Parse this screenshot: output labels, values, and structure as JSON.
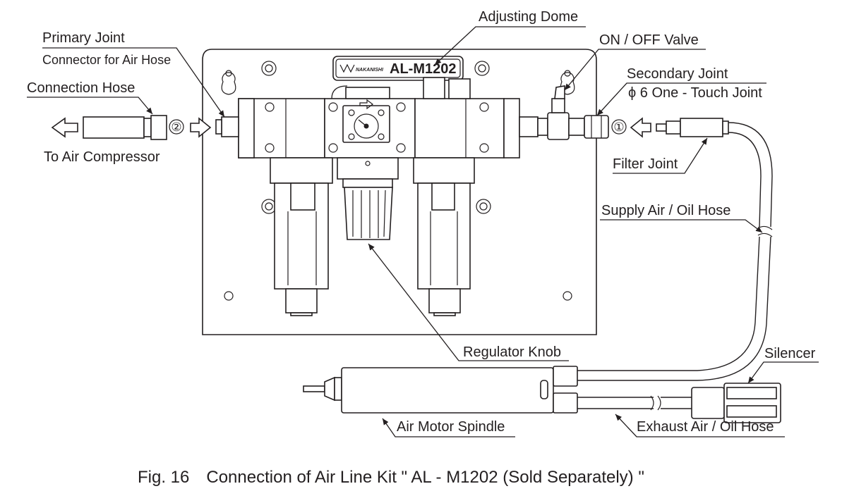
{
  "model": {
    "brand": "NAKANISHI",
    "badge": "AL-M1202"
  },
  "labels": {
    "adjusting_dome": "Adjusting Dome",
    "on_off_valve": "ON / OFF Valve",
    "primary_joint": "Primary Joint",
    "connector_for_air_hose": "Connector for Air Hose",
    "connection_hose": "Connection Hose",
    "to_air_compressor": "To Air Compressor",
    "secondary_joint": "Secondary Joint",
    "one_touch_joint": "ϕ 6 One - Touch Joint",
    "filter_joint": "Filter Joint",
    "supply_hose": "Supply Air / Oil Hose",
    "regulator_knob": "Regulator Knob",
    "silencer": "Silencer",
    "air_motor_spindle": "Air Motor Spindle",
    "exhaust_hose": "Exhaust Air / Oil Hose"
  },
  "steps": {
    "step_1": "①",
    "step_2": "②"
  },
  "caption": "Fig. 16 Connection of Air Line Kit \" AL - M1202 (Sold Separately) \""
}
